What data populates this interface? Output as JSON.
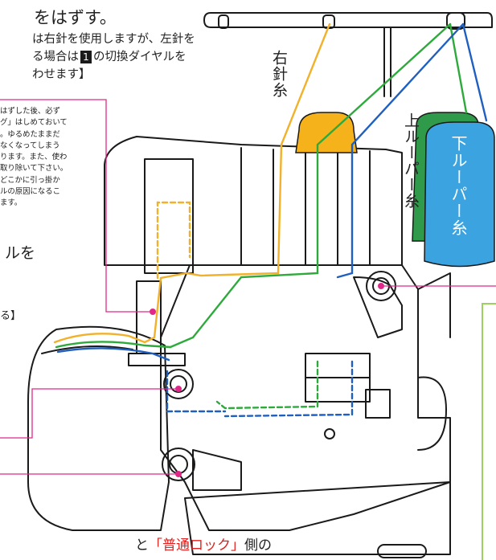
{
  "instructions": {
    "heading": "をはずす。",
    "note_lines": [
      "は右針を使用しますが、左針を",
      "る場合は",
      "の切換ダイヤルを",
      "わせます】"
    ],
    "key_number": "1",
    "caution_lines": [
      "はずした後、必ず",
      "グ」はしめておいて",
      "。ゆるめたままだ",
      "なくなってしまう",
      "ります。また、使わ",
      "取り除いて下さい。",
      "どこかに引っ掛か",
      "ルの原因になるこ",
      "ます。"
    ],
    "loop_text": "ルを",
    "bracket_text": "る】",
    "bottom_prefix": "と",
    "bottom_highlight": "「普通ロック」",
    "bottom_suffix": "側の"
  },
  "thread_labels": {
    "right_needle": "右針糸",
    "upper_looper": "上ルーパー糸",
    "lower_looper": "下ルーパー糸"
  },
  "colors": {
    "right_needle_thread": "#f2b12b",
    "upper_looper_thread": "#2eaa3c",
    "lower_looper_thread": "#1f5fbf",
    "lower_looper_spool": "#3ba3e0",
    "upper_looper_spool": "#2e9a4a",
    "right_needle_spool": "#f6b21b",
    "callout_line": "#e0288a",
    "callout_box": "#9bd15c"
  }
}
